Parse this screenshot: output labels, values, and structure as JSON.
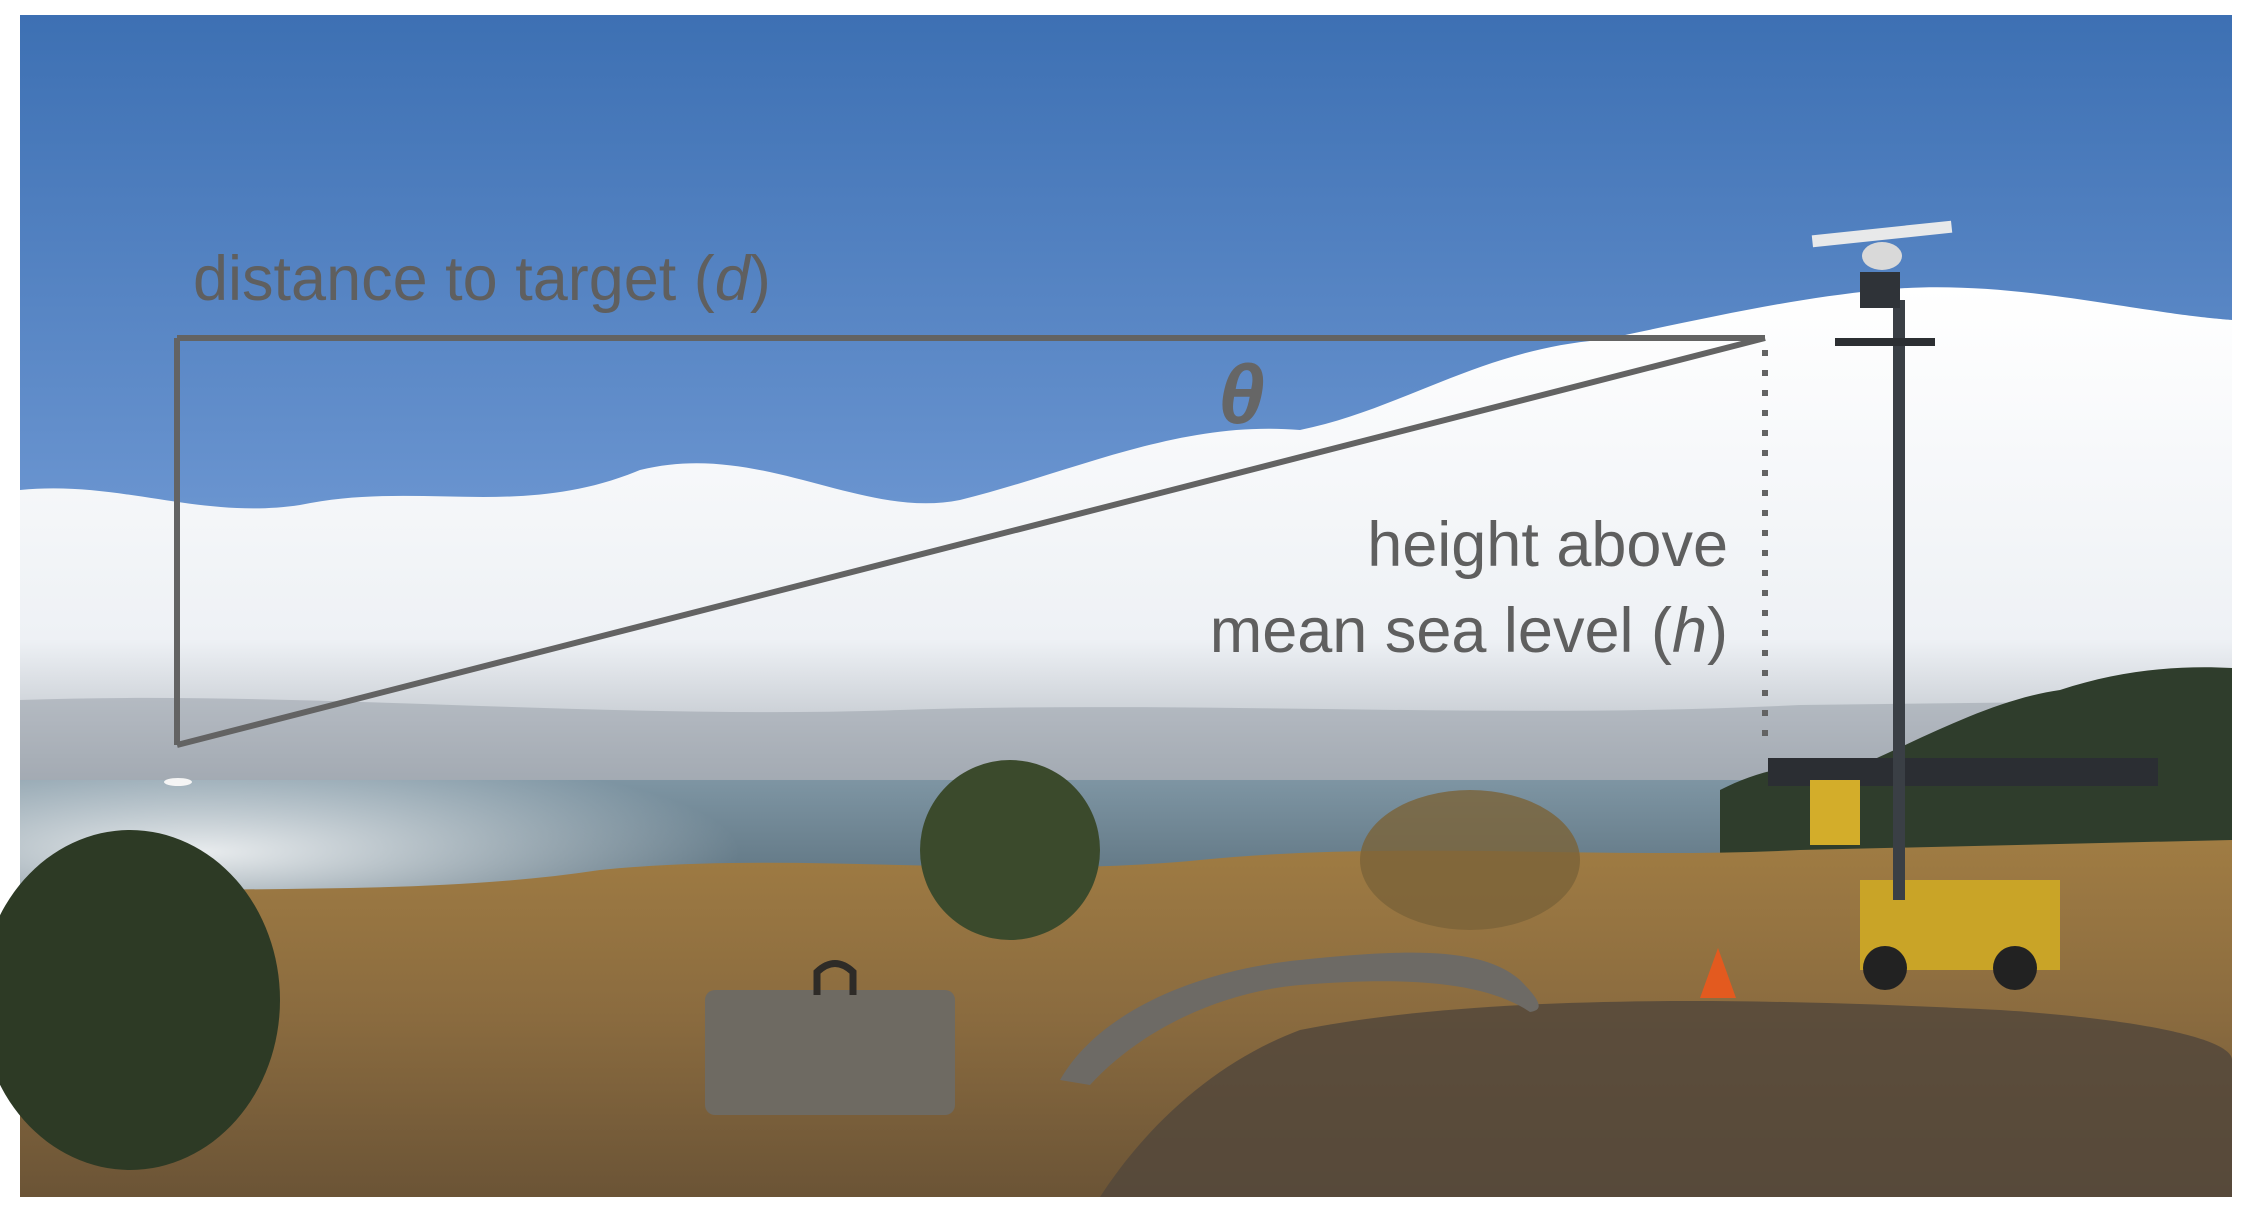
{
  "diagram": {
    "distance_label": {
      "text": "distance to target (",
      "var": "d",
      "close": ")"
    },
    "angle_label": "θ",
    "height_label": {
      "line1": "height above",
      "line2_text": "mean sea level (",
      "line2_var": "h",
      "line2_close": ")"
    }
  },
  "colors": {
    "annotation_line": "#636363",
    "sky_top": "#3f73b5",
    "sky_mid": "#7fa6dc",
    "fog": "#f4f6fa",
    "water": "#5d7482",
    "grass": "#9c7a45",
    "ground": "#5a4c3b"
  }
}
